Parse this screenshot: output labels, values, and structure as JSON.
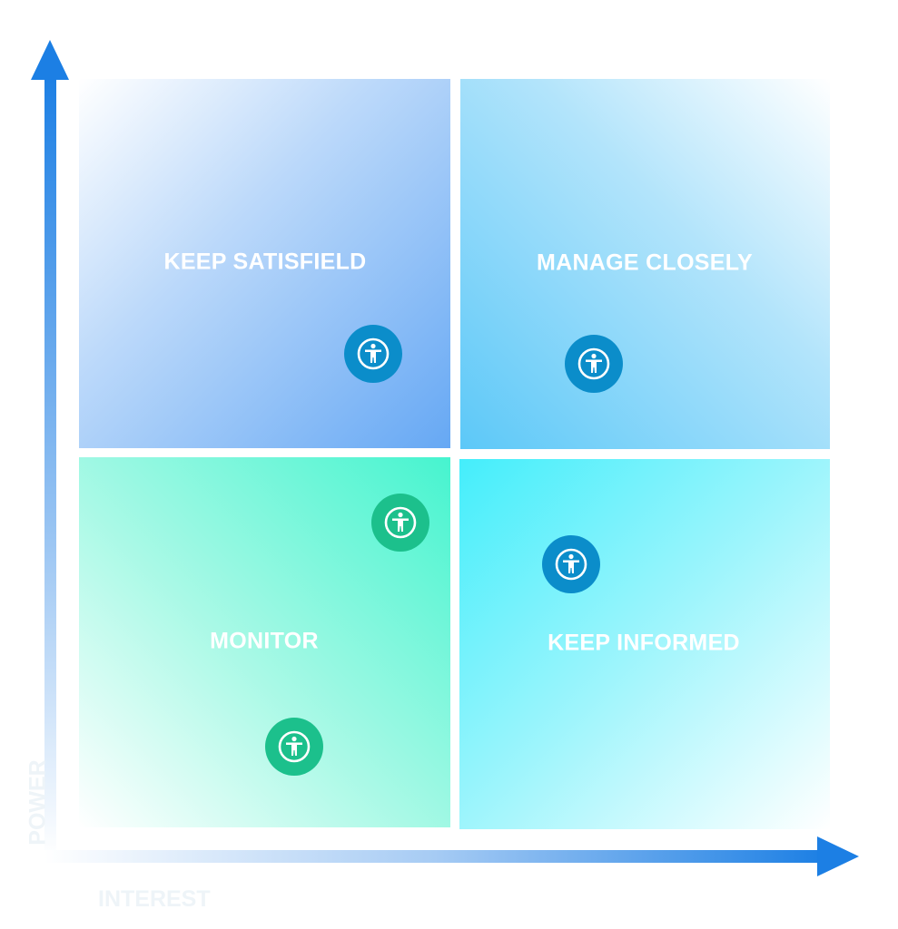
{
  "axes": {
    "y_label": "POWER",
    "x_label": "INTEREST"
  },
  "quadrants": [
    {
      "id": "top-left",
      "label": "KEEP SATISFIELD"
    },
    {
      "id": "top-right",
      "label": "MANAGE CLOSELY"
    },
    {
      "id": "bottom-left",
      "label": "MONITOR"
    },
    {
      "id": "bottom-right",
      "label": "KEEP INFORMED"
    }
  ],
  "markers": [
    {
      "icon": "accessibility-icon",
      "quadrant": "top-left",
      "color": "#0b8dca"
    },
    {
      "icon": "accessibility-icon",
      "quadrant": "top-right",
      "color": "#0b8dca"
    },
    {
      "icon": "accessibility-icon",
      "quadrant": "bottom-left",
      "color": "#1cc08c"
    },
    {
      "icon": "accessibility-icon",
      "quadrant": "bottom-right",
      "color": "#0b8dca"
    },
    {
      "icon": "accessibility-icon",
      "quadrant": "bottom-left",
      "color": "#1cc08c"
    }
  ]
}
